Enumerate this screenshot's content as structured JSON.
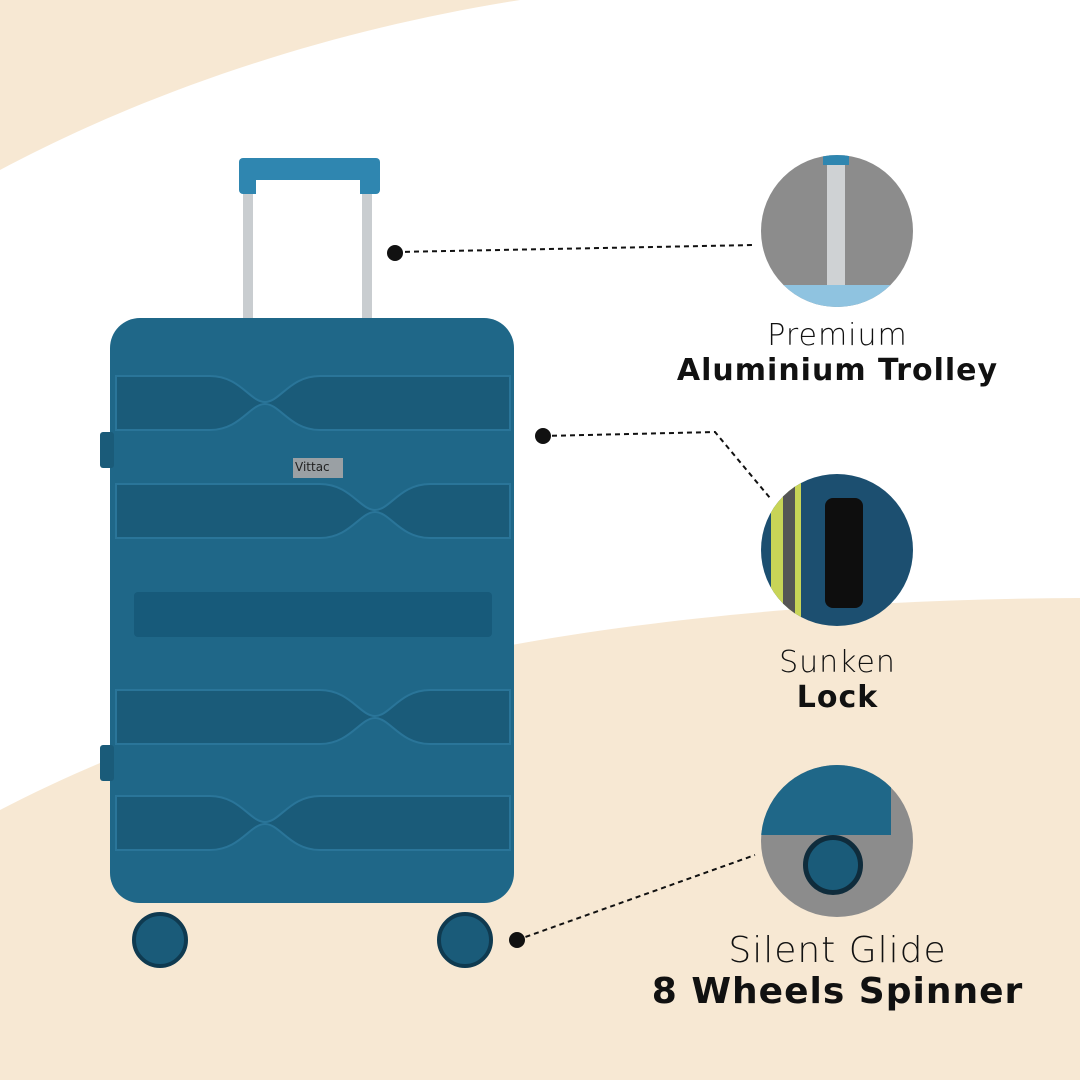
{
  "brand": {
    "logo_text": "Vittac"
  },
  "colors": {
    "cream": "#f7e8d3",
    "body": "#1f6788",
    "body_dark": "#17536f",
    "accent_handle": "#2f86b0"
  },
  "features": [
    {
      "line1": "Premium",
      "line2": "Aluminium Trolley",
      "icon": "trolley-handle-closeup"
    },
    {
      "line1": "Sunken",
      "line2": "Lock",
      "icon": "combination-lock-closeup"
    },
    {
      "line1": "Silent Glide",
      "line2": "8 Wheels Spinner",
      "icon": "spinner-wheel-closeup"
    }
  ]
}
